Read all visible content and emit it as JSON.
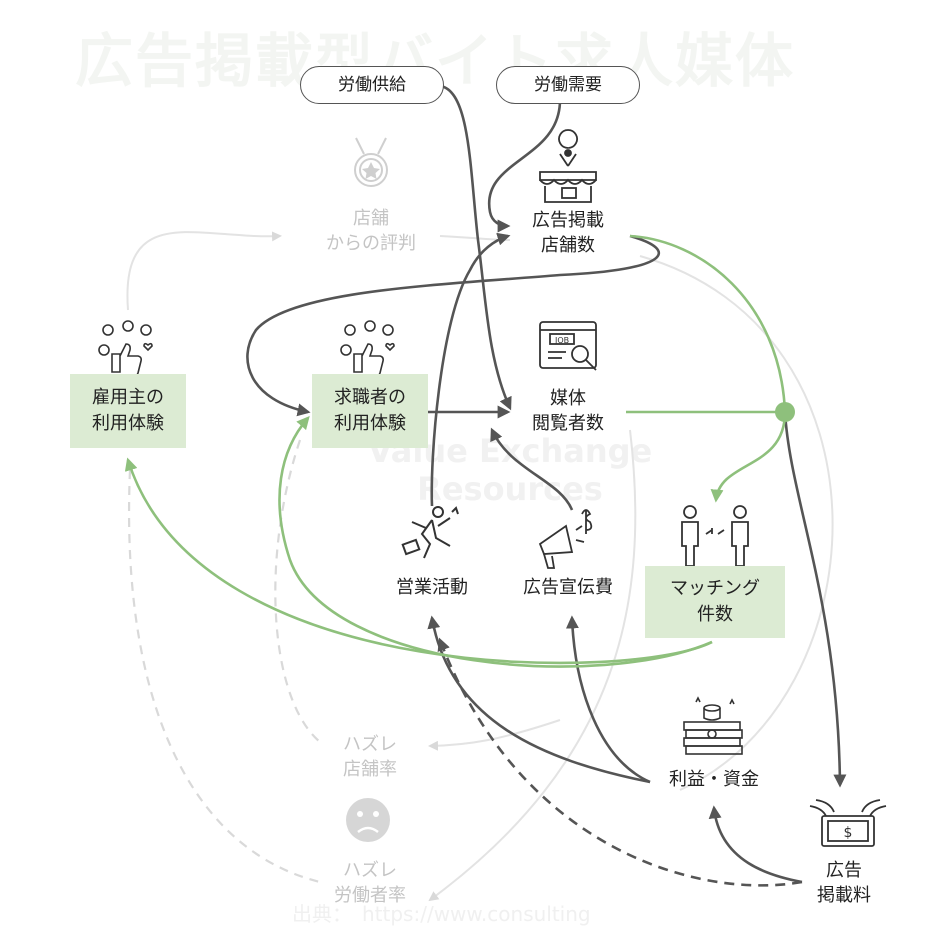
{
  "background": {
    "title": "広告掲載型バイト求人媒体",
    "center_watermark_line1": "Value Exchange",
    "center_watermark_line2": "Resources",
    "footer_watermark": "出典：　https://www.consulting"
  },
  "nodes": {
    "labor_supply": "労働供給",
    "labor_demand": "労働需要",
    "store_reputation": [
      "店舗",
      "からの評判"
    ],
    "ad_stores": [
      "広告掲載",
      "店舗数"
    ],
    "employer_ux": [
      "雇用主の",
      "利用体験"
    ],
    "seeker_ux": [
      "求職者の",
      "利用体験"
    ],
    "media_viewers": [
      "媒体",
      "閲覧者数"
    ],
    "sales_activity": "営業活動",
    "ad_spend": "広告宣伝費",
    "matching_count": [
      "マッチング",
      "件数"
    ],
    "profit_funds": "利益・資金",
    "miss_store_rate": [
      "ハズレ",
      "店舗率"
    ],
    "miss_worker_rate": [
      "ハズレ",
      "労働者率"
    ],
    "ad_fee": [
      "広告",
      "掲載料"
    ]
  },
  "icons": {
    "store": "store-with-pin-icon",
    "medal": "medal-icon",
    "reactions": "thumbs-up-reactions-icon",
    "job": "job-search-icon",
    "runner": "running-businessman-icon",
    "megaphone": "megaphone-money-icon",
    "people": "people-linked-icon",
    "money": "money-stack-icon",
    "sad": "sad-face-icon",
    "winged_money": "winged-money-icon"
  },
  "colors": {
    "green": "#8ec07c",
    "green_box": "#dcebd3",
    "dark": "#555555",
    "faded": "#d9d9d9"
  }
}
